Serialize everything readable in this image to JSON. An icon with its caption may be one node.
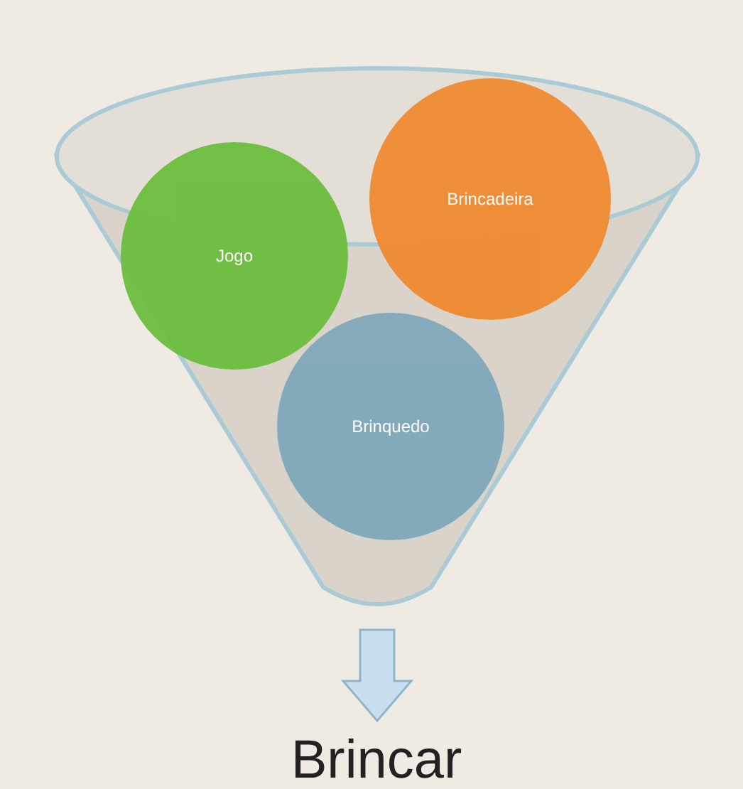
{
  "diagram": {
    "nodes": [
      {
        "text": [],
        "shape": "funnel"
      },
      {
        "text": [
          "Jogo"
        ]
      },
      {
        "text": [
          "Brincadeira"
        ]
      },
      {
        "text": [
          "Brinquedo"
        ],
        "in": 0
      },
      {
        "text": [
          "Brincar"
        ]
      }
    ],
    "edges": [
      {
        "from": 0,
        "to": 4,
        "arrow": "to"
      }
    ]
  }
}
